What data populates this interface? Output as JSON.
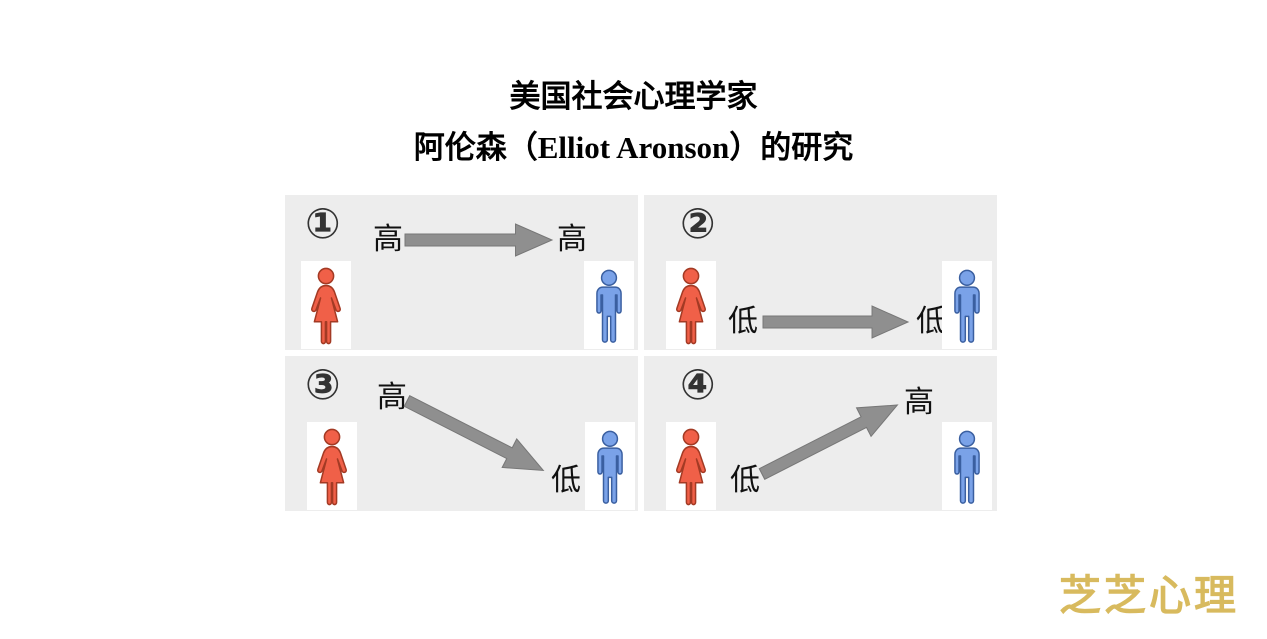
{
  "title": {
    "line1": "美国社会心理学家",
    "line2_prefix": "阿伦森（",
    "line2_name": "Elliot Aronson",
    "line2_suffix": "）的研究"
  },
  "quadrants": [
    {
      "number": "①",
      "start_label": "高",
      "end_label": "高",
      "arrow_direction": "right"
    },
    {
      "number": "②",
      "start_label": "低",
      "end_label": "低",
      "arrow_direction": "right"
    },
    {
      "number": "③",
      "start_label": "高",
      "end_label": "低",
      "arrow_direction": "down-right"
    },
    {
      "number": "④",
      "start_label": "低",
      "end_label": "高",
      "arrow_direction": "up-right"
    }
  ],
  "icons": {
    "left_figure": "woman-icon",
    "right_figure": "man-icon",
    "arrow": "block-arrow"
  },
  "colors": {
    "cell_bg": "#ededed",
    "badge": "#333333",
    "label": "#111111",
    "arrow": "#8f8f8f",
    "arrow_edge": "#777777",
    "woman": "#f06048",
    "woman_outline": "#a33a24",
    "man": "#7aa2e8",
    "man_outline": "#3a5fa0",
    "watermark": "#d8ba5e"
  },
  "watermark": {
    "text": "芝芝心理"
  }
}
